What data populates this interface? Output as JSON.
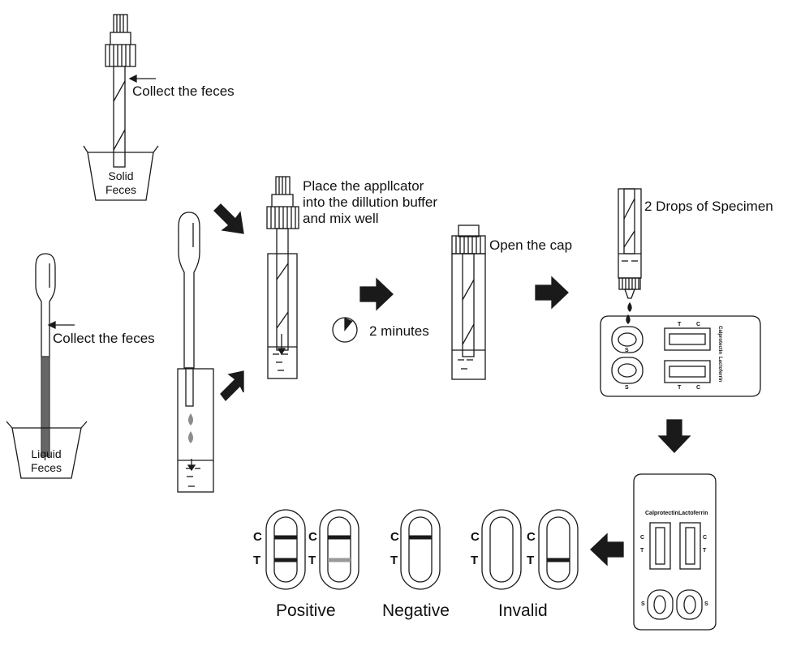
{
  "steps": {
    "solid_collect": "Collect the feces",
    "solid_cup": [
      "Solid",
      "Feces"
    ],
    "liquid_collect": "Collect the feces",
    "liquid_cup": [
      "Liquid",
      "Feces"
    ],
    "place_applicator": [
      "Place the appllcator",
      "into the dillution buffer",
      "and mix well"
    ],
    "timer": "2 minutes",
    "open_cap": "Open the cap",
    "drops": "2 Drops of Specimen"
  },
  "cassette": {
    "markers": [
      "C",
      "T",
      "S"
    ],
    "tests": [
      "Calprotectin",
      "Lactoferrin"
    ]
  },
  "results": {
    "line_labels": [
      "C",
      "T"
    ],
    "groups": [
      "Positive",
      "Negative",
      "Invalid"
    ]
  },
  "colors": {
    "ink": "#111111",
    "line": "#1a1a1a",
    "faint_line": "#999999",
    "drop": "#8c8c8c",
    "liquid_stick": "#666666"
  }
}
